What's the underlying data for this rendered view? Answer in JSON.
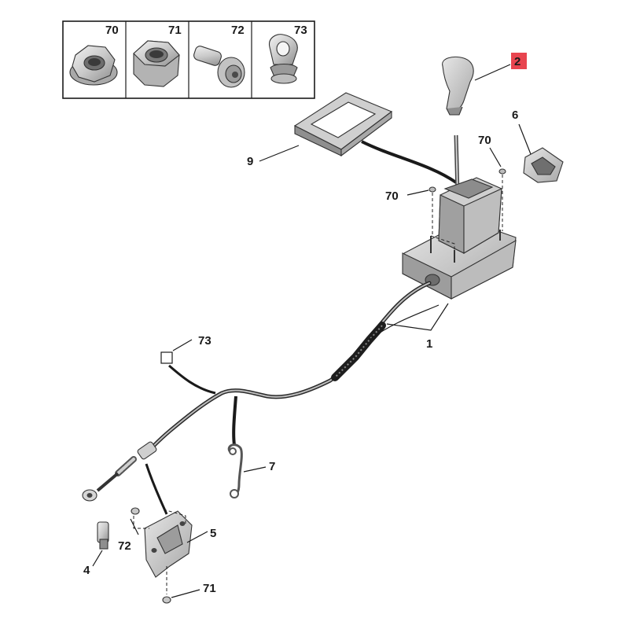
{
  "legend": {
    "cells": [
      {
        "number": "70",
        "icon": "hex-nut-flanged-icon"
      },
      {
        "number": "71",
        "icon": "hex-nut-icon"
      },
      {
        "number": "72",
        "icon": "flange-bolt-icon"
      },
      {
        "number": "73",
        "icon": "cable-clip-icon"
      }
    ]
  },
  "callouts": {
    "knob": "2",
    "switch": "6",
    "gaiter_frame": "9",
    "nut_right": "70",
    "nut_left": "70",
    "selector_assembly": "1",
    "clip": "73",
    "bracket_clip": "7",
    "bracket": "5",
    "bolt": "72",
    "stud": "4",
    "nut_bottom": "71"
  },
  "colors": {
    "highlight": "#e8454f",
    "part_fill": "#d9d9d9",
    "part_dark": "#9a9a9a"
  }
}
